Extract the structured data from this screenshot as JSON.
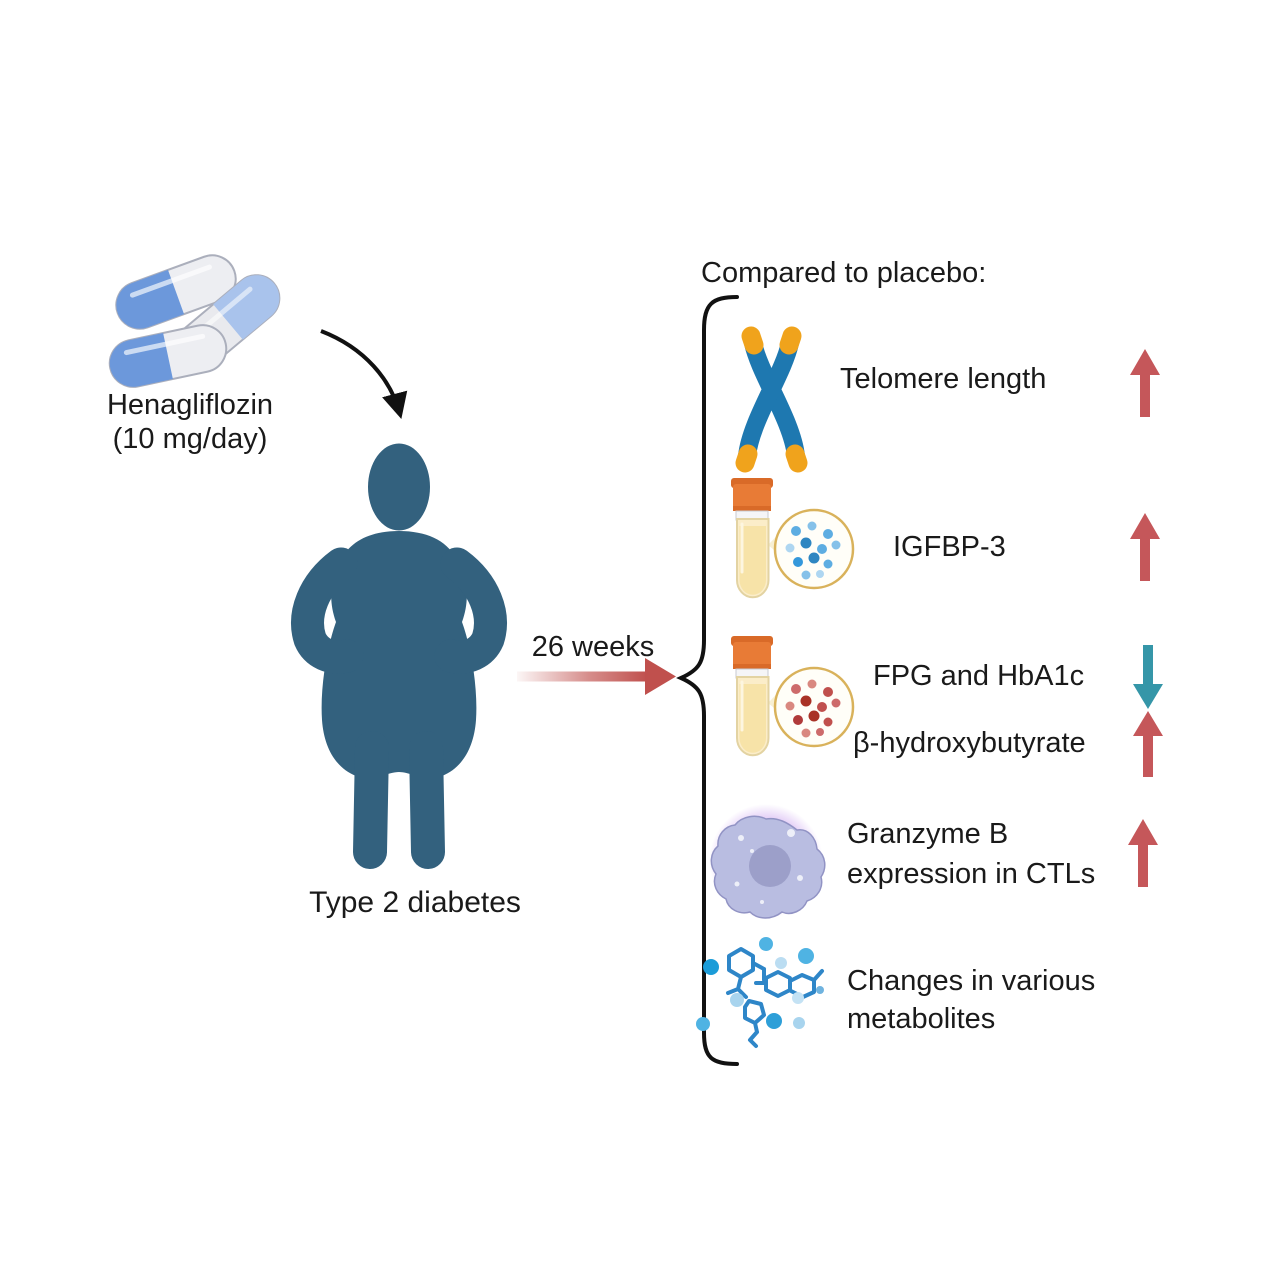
{
  "left": {
    "drug_line1": "Henagliflozin",
    "drug_line2": "(10 mg/day)",
    "patient_label": "Type 2 diabetes",
    "duration_label": "26 weeks"
  },
  "right": {
    "heading": "Compared to placebo:",
    "rows": [
      {
        "icon": "chromosome-icon",
        "label": "Telomere length",
        "change": "up"
      },
      {
        "icon": "blood-tube-blue-sample-icon",
        "label": "IGFBP-3",
        "change": "up"
      },
      {
        "icon": "blood-tube-red-sample-icon",
        "label": "FPG and HbA1c",
        "change": "down",
        "label2": "β-hydroxybutyrate",
        "change2": "up"
      },
      {
        "icon": "cytotoxic-t-cell-icon",
        "label_line1": "Granzyme B",
        "label_line2": "expression in CTLs",
        "change": "up"
      },
      {
        "icon": "metabolites-icon",
        "label_line1": "Changes in various",
        "label_line2": "metabolites",
        "change": "none"
      }
    ]
  },
  "colors": {
    "up_arrow": "#C5575A",
    "down_arrow": "#3596A8",
    "flow_arrow": "#C0504D",
    "person": "#33617E",
    "brace": "#111111",
    "capsule_blue": "#6C98DB",
    "capsule_light_blue": "#A9C3EC",
    "chromosome_blue": "#1E78B0",
    "telomere_orange": "#F0A31C",
    "tube_cap_orange": "#E87B36",
    "tube_body_cream": "#FBEDC9",
    "cell_purple": "#B9BDE1",
    "molecule_blue": "#2E86C8"
  }
}
